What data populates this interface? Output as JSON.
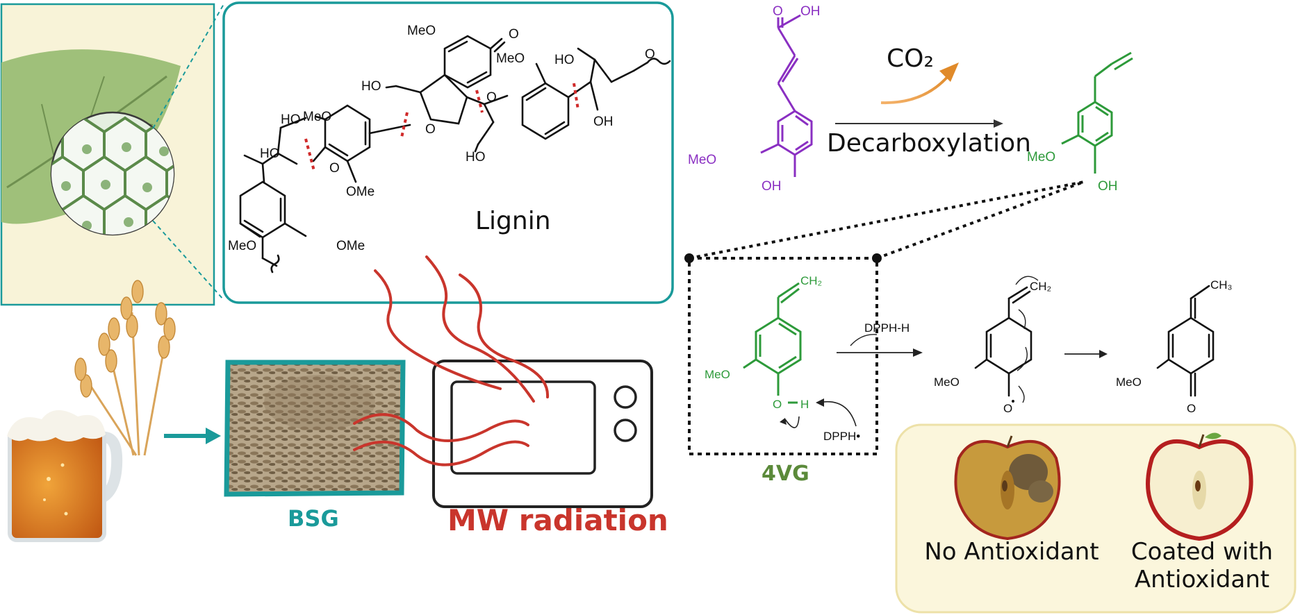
{
  "lignin_panel": {
    "title": "Lignin",
    "groups": [
      "MeO",
      "O",
      "MeO",
      "HO",
      "HO",
      "MeO",
      "HO",
      "O",
      "O",
      "O",
      "HO",
      "OMe",
      "OH",
      "HO",
      "O",
      "MeO",
      "OMe"
    ]
  },
  "feruloyl": {
    "labels": [
      "O",
      "OH",
      "MeO",
      "OH"
    ]
  },
  "reaction": {
    "gas": "CO₂",
    "step": "Decarboxylation"
  },
  "vinylguaiacol": {
    "labels": [
      "MeO",
      "OH"
    ]
  },
  "mechanism": {
    "reagent_top": "DPPH-H",
    "reagent_bottom": "DPPH•",
    "mol1_labels": [
      "CH₂",
      "MeO",
      "O",
      "H"
    ],
    "mol2_labels": [
      "CH₂",
      "MeO",
      "O"
    ],
    "mol3_labels": [
      "CH₃",
      "MeO",
      "O"
    ],
    "name": "4VG"
  },
  "labels": {
    "bsg": "BSG",
    "mw": "MW radiation"
  },
  "apples": {
    "left": "No Antioxidant",
    "right_line1": "Coated with",
    "right_line2": "Antioxidant"
  },
  "colors": {
    "teal": "#1a9a9a",
    "red": "#c9352c",
    "purple": "#8a2fc2",
    "green": "#2d9a3a",
    "cream": "#fbf6dc"
  }
}
